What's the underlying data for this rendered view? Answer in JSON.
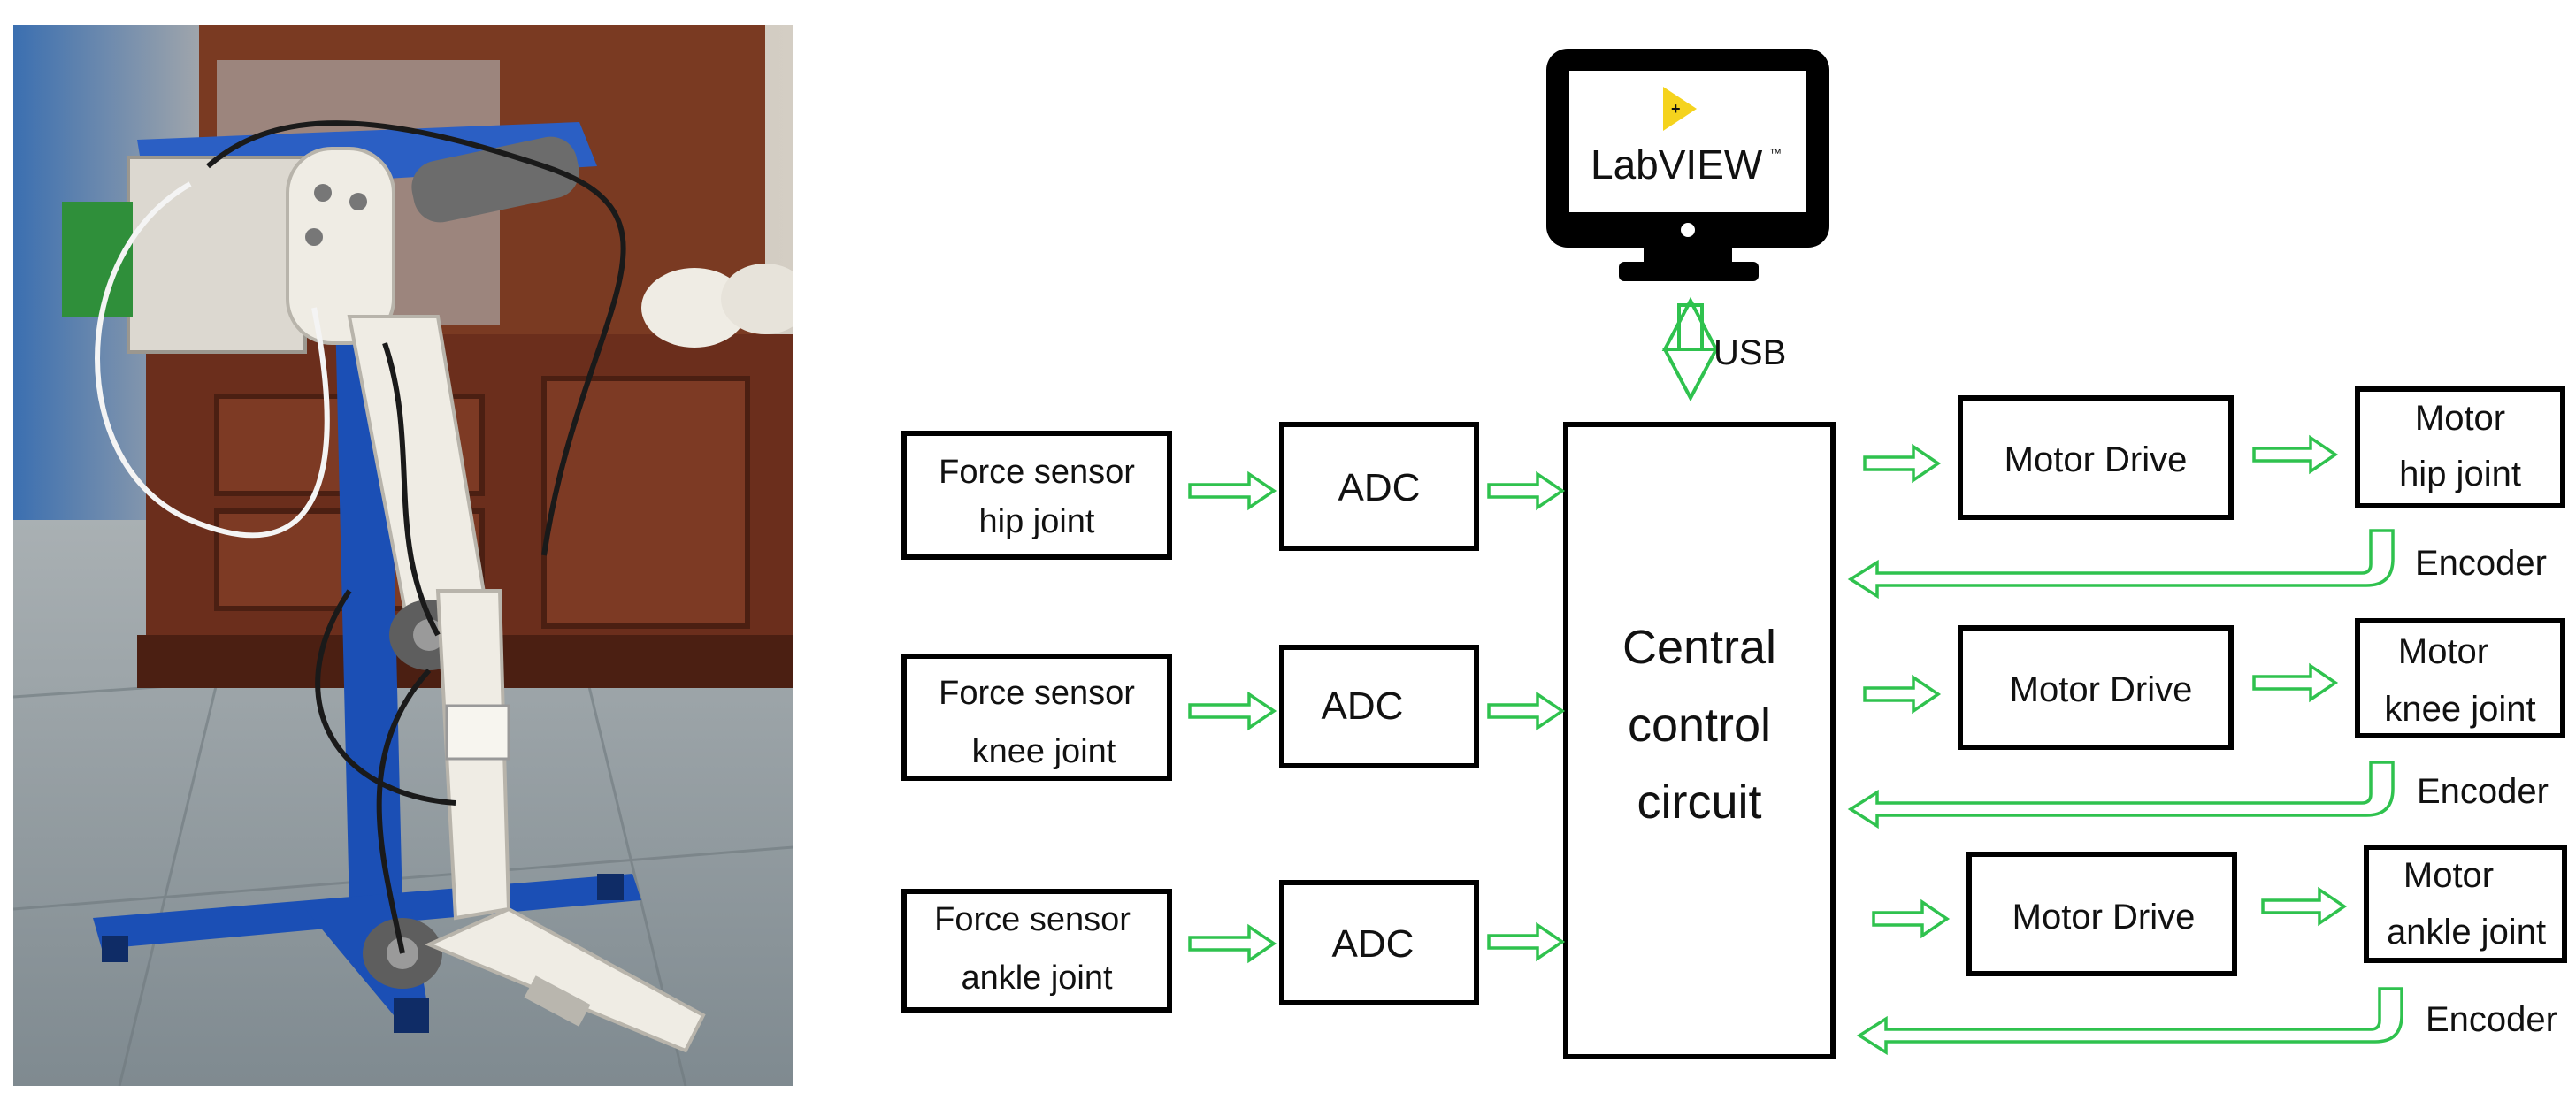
{
  "colors": {
    "arrow_green": "#2fc24e",
    "box_stroke": "#000000",
    "labview_yellow": "#f5d31d",
    "photo_wall": "#c9c2b8",
    "photo_floor": "#9aa3a8",
    "robot_white": "#efece4",
    "robot_blue": "#1b4fb5",
    "cabinet_brown": "#6b2e1c"
  },
  "photo": {
    "icon": "exoskeleton-robot-photo"
  },
  "monitor": {
    "icon": "monitor-icon",
    "logo_icon": "labview-logo-icon",
    "brand": "LabVIEW",
    "trademark": "™"
  },
  "usb_label": "USB",
  "central": {
    "line1": "Central",
    "line2": "control",
    "line3": "circuit"
  },
  "sensors": [
    {
      "line1": "Force sensor",
      "line2": "hip joint"
    },
    {
      "line1": "Force sensor",
      "line2": "knee joint"
    },
    {
      "line1": "Force sensor",
      "line2": "ankle joint"
    }
  ],
  "adcs": [
    "ADC",
    "ADC",
    "ADC"
  ],
  "drives": [
    "Motor Drive",
    "Motor Drive",
    "Motor Drive"
  ],
  "motors": [
    {
      "line1": "Motor",
      "line2": "hip joint"
    },
    {
      "line1": "Motor",
      "line2": "knee joint"
    },
    {
      "line1": "Motor",
      "line2": "ankle joint"
    }
  ],
  "encoders": [
    "Encoder",
    "Encoder",
    "Encoder"
  ]
}
